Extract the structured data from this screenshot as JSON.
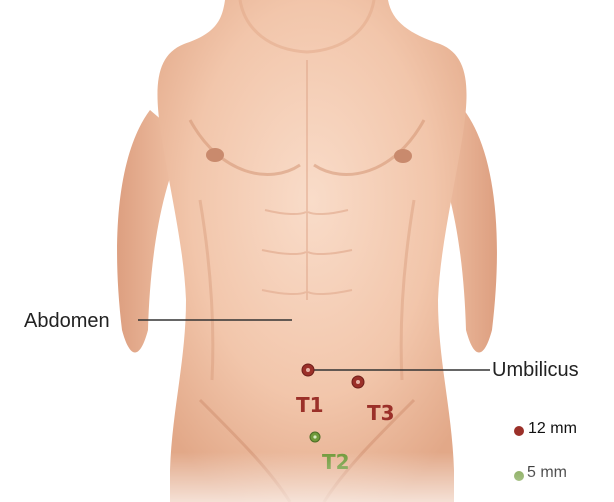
{
  "colors": {
    "skin_light": "#f6d2bd",
    "skin_mid": "#e9b497",
    "skin_shadow": "#d79778",
    "port_12mm": "#9b3029",
    "port_5mm": "#6f9a3a",
    "line": "#333333"
  },
  "labels": {
    "abdomen": "Abdomen",
    "umbilicus": "Umbilicus"
  },
  "ports": [
    {
      "id": "t1",
      "label": "T1",
      "size": "12mm"
    },
    {
      "id": "t2",
      "label": "T2",
      "size": "5mm"
    },
    {
      "id": "t3",
      "label": "T3",
      "size": "12mm"
    }
  ],
  "legend": {
    "large": "12 mm",
    "small": "5 mm"
  }
}
